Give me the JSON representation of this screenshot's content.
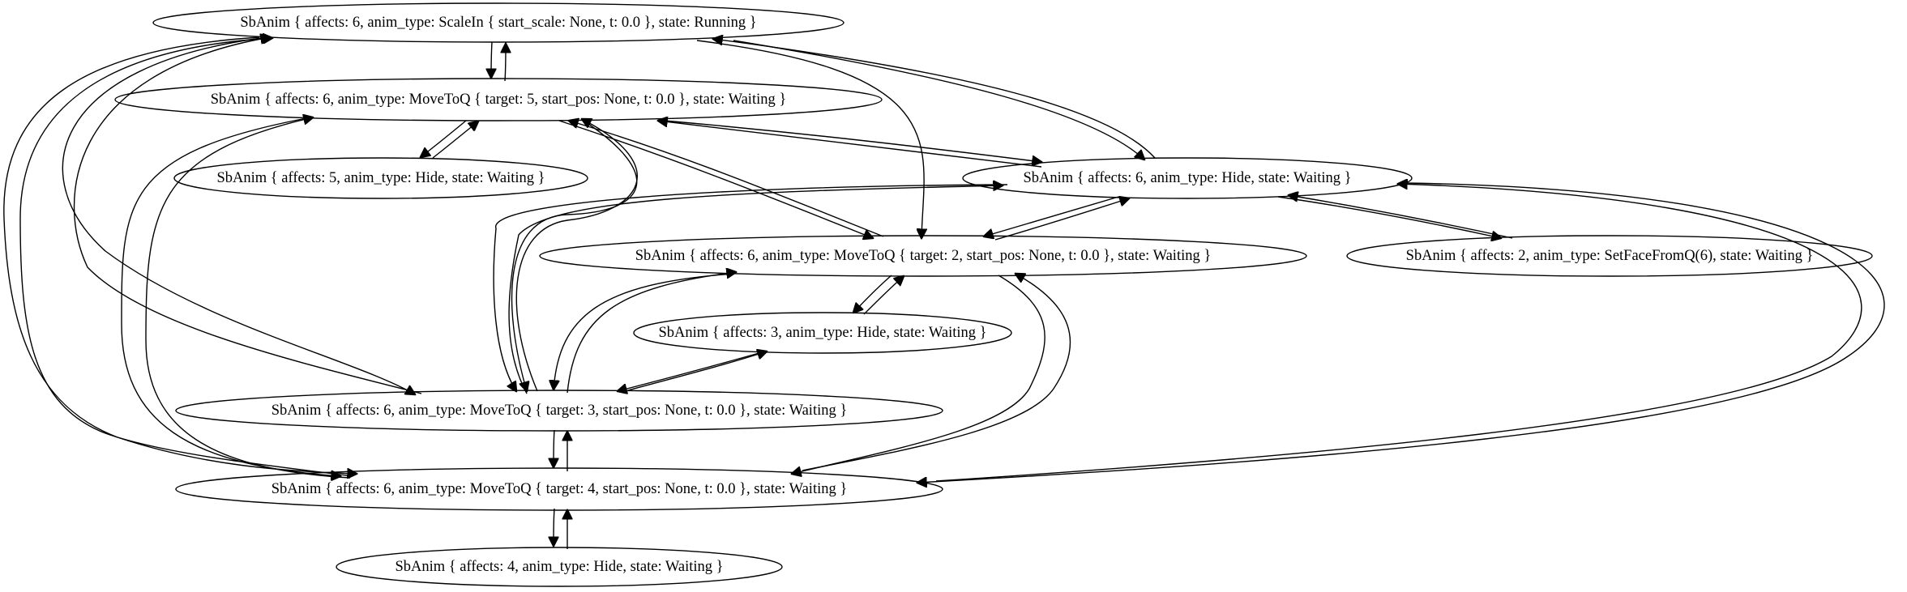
{
  "nodes": [
    {
      "id": "n0",
      "label": "SbAnim { affects: 6, anim_type: ScaleIn { start_scale: None, t: 0.0 }, state: Running }"
    },
    {
      "id": "n1",
      "label": "SbAnim { affects: 6, anim_type: MoveToQ { target: 5, start_pos: None, t: 0.0 }, state: Waiting }"
    },
    {
      "id": "n2",
      "label": "SbAnim { affects: 5, anim_type: Hide, state: Waiting }"
    },
    {
      "id": "n3",
      "label": "SbAnim { affects: 6, anim_type: Hide, state: Waiting }"
    },
    {
      "id": "n4",
      "label": "SbAnim { affects: 6, anim_type: MoveToQ { target: 2, start_pos: None, t: 0.0 }, state: Waiting }"
    },
    {
      "id": "n5",
      "label": "SbAnim { affects: 2, anim_type: SetFaceFromQ(6), state: Waiting }"
    },
    {
      "id": "n6",
      "label": "SbAnim { affects: 3, anim_type: Hide, state: Waiting }"
    },
    {
      "id": "n7",
      "label": "SbAnim { affects: 6, anim_type: MoveToQ { target: 3, start_pos: None, t: 0.0 }, state: Waiting }"
    },
    {
      "id": "n8",
      "label": "SbAnim { affects: 6, anim_type: MoveToQ { target: 4, start_pos: None, t: 0.0 }, state: Waiting }"
    },
    {
      "id": "n9",
      "label": "SbAnim { affects: 4, anim_type: Hide, state: Waiting }"
    }
  ],
  "edges": [
    {
      "from": "n0",
      "to": "n1"
    },
    {
      "from": "n1",
      "to": "n0"
    },
    {
      "from": "n1",
      "to": "n2"
    },
    {
      "from": "n2",
      "to": "n1"
    },
    {
      "from": "n1",
      "to": "n3"
    },
    {
      "from": "n3",
      "to": "n1"
    },
    {
      "from": "n3",
      "to": "n0"
    },
    {
      "from": "n0",
      "to": "n3"
    },
    {
      "from": "n0",
      "to": "n4"
    },
    {
      "from": "n4",
      "to": "n1"
    },
    {
      "from": "n1",
      "to": "n4"
    },
    {
      "from": "n3",
      "to": "n4"
    },
    {
      "from": "n4",
      "to": "n3"
    },
    {
      "from": "n3",
      "to": "n5"
    },
    {
      "from": "n5",
      "to": "n3"
    },
    {
      "from": "n4",
      "to": "n6"
    },
    {
      "from": "n6",
      "to": "n4"
    },
    {
      "from": "n6",
      "to": "n7"
    },
    {
      "from": "n7",
      "to": "n6"
    },
    {
      "from": "n4",
      "to": "n7"
    },
    {
      "from": "n7",
      "to": "n4"
    },
    {
      "from": "n1",
      "to": "n7"
    },
    {
      "from": "n7",
      "to": "n1"
    },
    {
      "from": "n3",
      "to": "n7"
    },
    {
      "from": "n7",
      "to": "n3"
    },
    {
      "from": "n0",
      "to": "n7"
    },
    {
      "from": "n7",
      "to": "n0"
    },
    {
      "from": "n7",
      "to": "n8"
    },
    {
      "from": "n8",
      "to": "n7"
    },
    {
      "from": "n0",
      "to": "n8"
    },
    {
      "from": "n8",
      "to": "n0"
    },
    {
      "from": "n1",
      "to": "n8"
    },
    {
      "from": "n8",
      "to": "n1"
    },
    {
      "from": "n4",
      "to": "n8"
    },
    {
      "from": "n8",
      "to": "n4"
    },
    {
      "from": "n3",
      "to": "n8"
    },
    {
      "from": "n8",
      "to": "n3"
    },
    {
      "from": "n8",
      "to": "n9"
    },
    {
      "from": "n9",
      "to": "n8"
    }
  ]
}
